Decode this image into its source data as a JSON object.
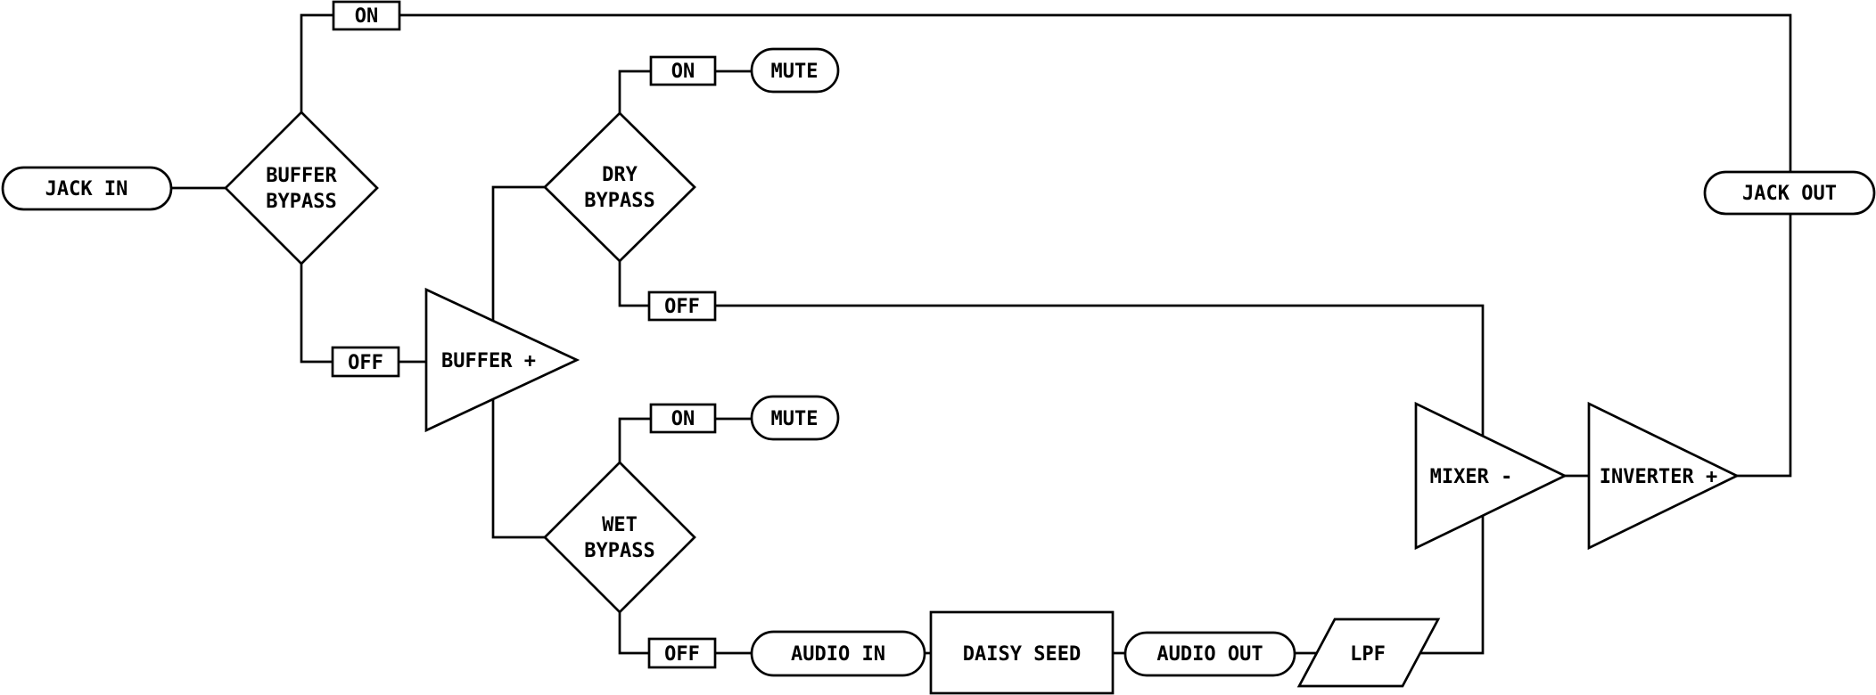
{
  "diagram": {
    "type": "flowchart",
    "orientation": "left-to-right",
    "background_color": "#ffffff",
    "line_color": "#000000",
    "text_color": "#000000",
    "nodes": {
      "jack_in": {
        "label": "JACK IN",
        "shape": "stadium"
      },
      "buffer_bypass": {
        "line1": "BUFFER",
        "line2": "BYPASS",
        "shape": "diamond"
      },
      "on_top": {
        "label": "ON",
        "shape": "rect"
      },
      "off_buffer": {
        "label": "OFF",
        "shape": "rect"
      },
      "buffer_amp": {
        "label": "BUFFER +",
        "shape": "triangle"
      },
      "dry_bypass": {
        "line1": "DRY",
        "line2": "BYPASS",
        "shape": "diamond"
      },
      "on_dry": {
        "label": "ON",
        "shape": "rect"
      },
      "mute_dry": {
        "label": "MUTE",
        "shape": "stadium"
      },
      "off_dry": {
        "label": "OFF",
        "shape": "rect"
      },
      "wet_bypass": {
        "line1": "WET",
        "line2": "BYPASS",
        "shape": "diamond"
      },
      "on_wet": {
        "label": "ON",
        "shape": "rect"
      },
      "mute_wet": {
        "label": "MUTE",
        "shape": "stadium"
      },
      "off_wet": {
        "label": "OFF",
        "shape": "rect"
      },
      "audio_in": {
        "label": "AUDIO IN",
        "shape": "stadium"
      },
      "daisy_seed": {
        "label": "DAISY SEED",
        "shape": "rect"
      },
      "audio_out": {
        "label": "AUDIO OUT",
        "shape": "stadium"
      },
      "lpf": {
        "label": "LPF",
        "shape": "parallelogram"
      },
      "mixer": {
        "label": "MIXER -",
        "shape": "triangle"
      },
      "inverter": {
        "label": "INVERTER +",
        "shape": "triangle"
      },
      "jack_out": {
        "label": "JACK OUT",
        "shape": "stadium"
      }
    },
    "edges": [
      {
        "from": "jack_in",
        "to": "buffer_bypass"
      },
      {
        "from": "buffer_bypass",
        "to": "on_top"
      },
      {
        "from": "on_top",
        "to": "jack_out"
      },
      {
        "from": "buffer_bypass",
        "to": "off_buffer"
      },
      {
        "from": "off_buffer",
        "to": "buffer_amp"
      },
      {
        "from": "buffer_amp",
        "to": "dry_bypass"
      },
      {
        "from": "buffer_amp",
        "to": "wet_bypass"
      },
      {
        "from": "dry_bypass",
        "to": "on_dry"
      },
      {
        "from": "on_dry",
        "to": "mute_dry"
      },
      {
        "from": "dry_bypass",
        "to": "off_dry"
      },
      {
        "from": "off_dry",
        "to": "mixer"
      },
      {
        "from": "wet_bypass",
        "to": "on_wet"
      },
      {
        "from": "on_wet",
        "to": "mute_wet"
      },
      {
        "from": "wet_bypass",
        "to": "off_wet"
      },
      {
        "from": "off_wet",
        "to": "audio_in"
      },
      {
        "from": "audio_in",
        "to": "daisy_seed"
      },
      {
        "from": "daisy_seed",
        "to": "audio_out"
      },
      {
        "from": "audio_out",
        "to": "lpf"
      },
      {
        "from": "lpf",
        "to": "mixer"
      },
      {
        "from": "mixer",
        "to": "inverter"
      },
      {
        "from": "inverter",
        "to": "jack_out"
      }
    ]
  }
}
